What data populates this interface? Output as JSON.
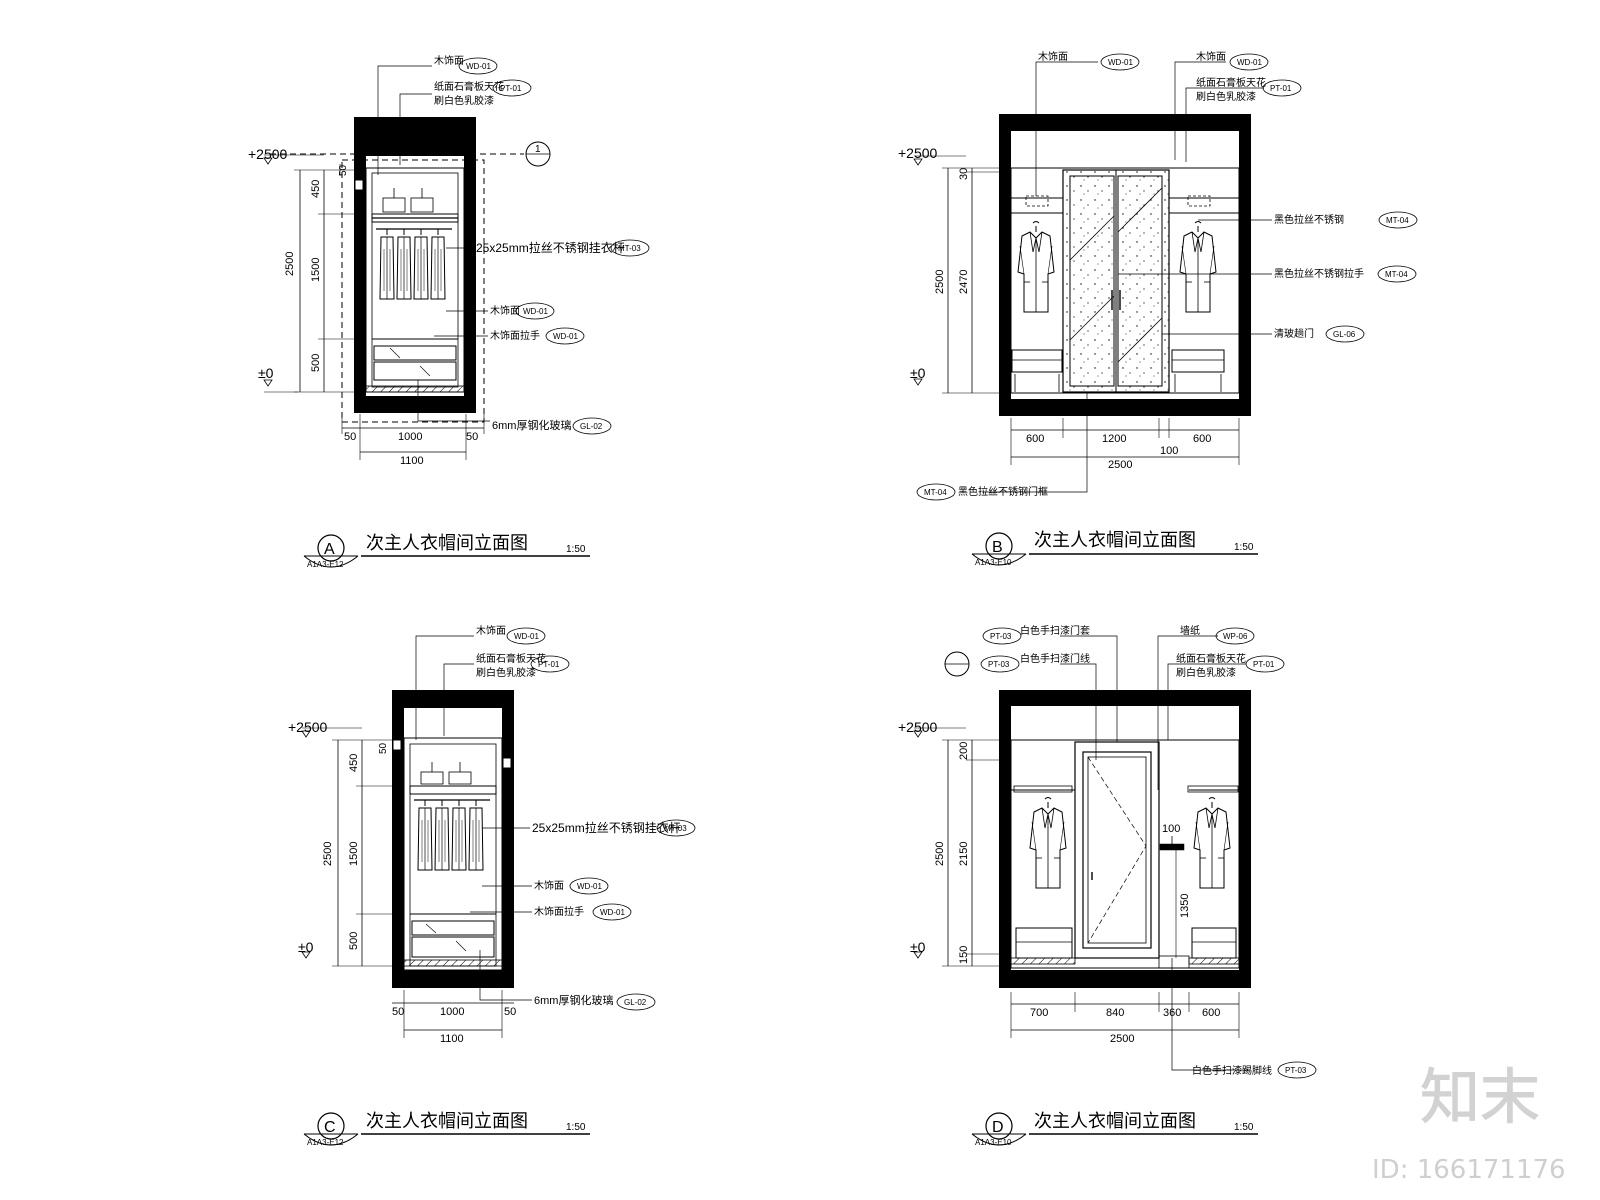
{
  "views": [
    {
      "id": "A",
      "letter": "A",
      "sheet_ref": "A1A3-E12",
      "title": "次主人衣帽间立面图",
      "scale": "1:50",
      "level_top": "+2500",
      "level_bottom": "±0",
      "dims_vertical": [
        "450",
        "1500",
        "500"
      ],
      "dim_total_height": "2500",
      "dim_top_small": "50",
      "dims_horizontal": [
        "50",
        "1000",
        "50"
      ],
      "dim_total_width": "1100",
      "section_mark": "1",
      "callouts": [
        {
          "text": "木饰面",
          "code": "WD-01"
        },
        {
          "text": "纸面石膏板天花",
          "code": "PT-01"
        },
        {
          "text": "刷白色乳胶漆",
          "code": ""
        },
        {
          "text": "25x25mm拉丝不锈钢挂衣杆",
          "code": "MT-03"
        },
        {
          "text": "木饰面",
          "code": "WD-01"
        },
        {
          "text": "木饰面拉手",
          "code": "WD-01"
        },
        {
          "text": "6mm厚钢化玻璃",
          "code": "GL-02"
        }
      ]
    },
    {
      "id": "B",
      "letter": "B",
      "sheet_ref": "A1A3-E10",
      "title": "次主人衣帽间立面图",
      "scale": "1:50",
      "level_top": "+2500",
      "level_bottom": "±0",
      "dims_vertical": [
        "30",
        "2470"
      ],
      "dim_total_height": "2500",
      "dims_horizontal": [
        "600",
        "1200",
        "600"
      ],
      "dim_small": "100",
      "dim_total_width": "2500",
      "callouts": [
        {
          "text": "木饰面",
          "code": "WD-01"
        },
        {
          "text": "木饰面",
          "code": "WD-01"
        },
        {
          "text": "纸面石膏板天花",
          "code": "PT-01"
        },
        {
          "text": "刷白色乳胶漆",
          "code": ""
        },
        {
          "text": "黑色拉丝不锈钢",
          "code": "MT-04"
        },
        {
          "text": "黑色拉丝不锈钢拉手",
          "code": "MT-04"
        },
        {
          "text": "清玻趟门",
          "code": "GL-06"
        },
        {
          "text": "黑色拉丝不锈钢门框",
          "code": "MT-04"
        }
      ]
    },
    {
      "id": "C",
      "letter": "C",
      "sheet_ref": "A1A3-E12",
      "title": "次主人衣帽间立面图",
      "scale": "1:50",
      "level_top": "+2500",
      "level_bottom": "±0",
      "dims_vertical": [
        "450",
        "1500",
        "500"
      ],
      "dim_total_height": "2500",
      "dim_top_small": "50",
      "dims_horizontal": [
        "50",
        "1000",
        "50"
      ],
      "dim_total_width": "1100",
      "callouts": [
        {
          "text": "木饰面",
          "code": "WD-01"
        },
        {
          "text": "纸面石膏板天花",
          "code": "PT-01"
        },
        {
          "text": "刷白色乳胶漆",
          "code": ""
        },
        {
          "text": "25x25mm拉丝不锈钢挂衣杆",
          "code": "MT-03"
        },
        {
          "text": "木饰面",
          "code": "WD-01"
        },
        {
          "text": "木饰面拉手",
          "code": "WD-01"
        },
        {
          "text": "6mm厚钢化玻璃",
          "code": "GL-02"
        }
      ]
    },
    {
      "id": "D",
      "letter": "D",
      "sheet_ref": "A1A3-E10",
      "title": "次主人衣帽间立面图",
      "scale": "1:50",
      "level_top": "+2500",
      "level_bottom": "±0",
      "dims_vertical": [
        "200",
        "2150",
        "150"
      ],
      "dim_total_height": "2500",
      "dim_inner": "1350",
      "dim_small": "100",
      "dims_horizontal": [
        "700",
        "840",
        "360",
        "600"
      ],
      "dim_total_width": "2500",
      "callouts": [
        {
          "text": "白色手扫漆门套",
          "code": "PT-03"
        },
        {
          "text": "白色手扫漆门线",
          "code": "PT-03"
        },
        {
          "text": "墙纸",
          "code": "WP-06"
        },
        {
          "text": "纸面石膏板天花",
          "code": "PT-01"
        },
        {
          "text": "刷白色乳胶漆",
          "code": ""
        },
        {
          "text": "白色手扫漆踢脚线",
          "code": "PT-03"
        }
      ]
    }
  ],
  "watermark": {
    "logo_text": "知末",
    "id_text": "ID: 166171176"
  },
  "colors": {
    "ink": "#000000",
    "paper": "#ffffff",
    "watermark": "#cfcfcf"
  }
}
